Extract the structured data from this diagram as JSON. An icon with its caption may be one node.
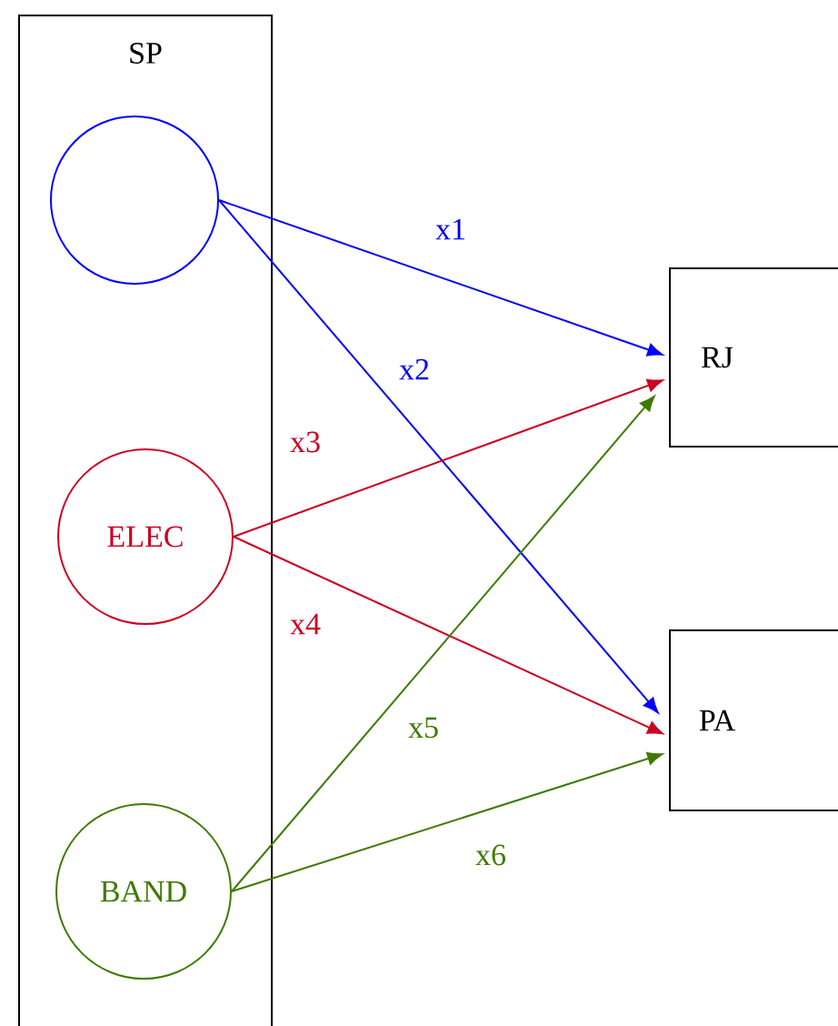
{
  "diagram": {
    "nodes": [
      {
        "text": [
          "SP"
        ]
      },
      {
        "text": [],
        "shape": "circle",
        "in": 0
      },
      {
        "text": [
          "ELEC"
        ],
        "in": 0
      },
      {
        "text": [
          "BAND"
        ],
        "in": 0
      },
      {
        "text": [
          "RJ"
        ]
      },
      {
        "text": [
          "PA"
        ]
      }
    ],
    "edges": [
      {
        "from": 1,
        "to": 4,
        "arrow": "to",
        "label": "x1",
        "color": "#0000ff"
      },
      {
        "from": 1,
        "to": 5,
        "arrow": "to",
        "label": "x2",
        "color": "#0000ff"
      },
      {
        "from": 2,
        "to": 4,
        "arrow": "to",
        "label": "x3",
        "color": "#cc0022"
      },
      {
        "from": 2,
        "to": 5,
        "arrow": "to",
        "label": "x4",
        "color": "#cc0022"
      },
      {
        "from": 3,
        "to": 4,
        "arrow": "to",
        "label": "x5",
        "color": "#3f7a00"
      },
      {
        "from": 3,
        "to": 5,
        "arrow": "to",
        "label": "x6",
        "color": "#3f7a00"
      }
    ]
  }
}
